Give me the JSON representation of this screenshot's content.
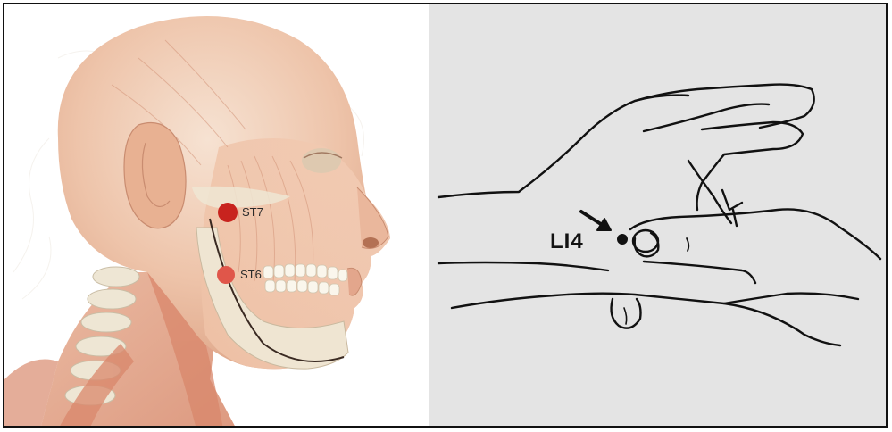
{
  "left_panel": {
    "points": [
      {
        "label": "ST7",
        "color": "#c8231e"
      },
      {
        "label": "ST6",
        "color": "#e0564a"
      }
    ]
  },
  "right_panel": {
    "point_label": "LI4",
    "marker_color": "#111111"
  },
  "colors": {
    "skin_light": "#f2d6c4",
    "muscle": "#e3a98e",
    "bone": "#ede7d7",
    "frame": "#111111",
    "right_bg": "#e4e4e4"
  }
}
